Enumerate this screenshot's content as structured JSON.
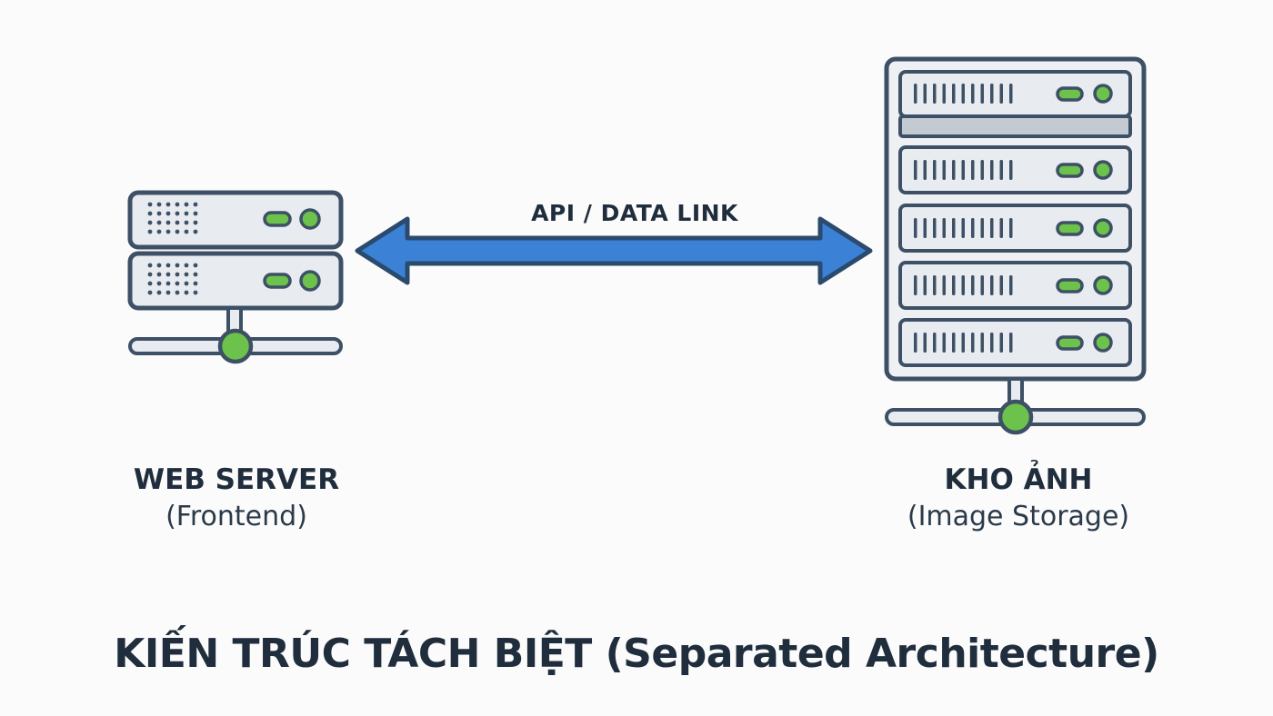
{
  "diagram": {
    "link_label": "API / DATA LINK",
    "nodes": [
      {
        "id": "web-server",
        "name": "WEB SERVER",
        "role": "(Frontend)",
        "icon": "server-icon"
      },
      {
        "id": "image-storage",
        "name": "KHO ẢNH",
        "role": "(Image Storage)",
        "icon": "storage-rack-icon"
      }
    ],
    "edge": {
      "from": "web-server",
      "to": "image-storage",
      "direction": "bidirectional",
      "icon": "double-arrow-icon"
    },
    "title": "KIẾN TRÚC TÁCH BIỆT (Separated Architecture)"
  },
  "colors": {
    "background": "#fbfbfb",
    "outline": "#3d5066",
    "unit_fill": "#e8ebef",
    "arrow_fill": "#3b82d6",
    "indicator_green": "#6cc24a",
    "text": "#1f2d3d"
  }
}
